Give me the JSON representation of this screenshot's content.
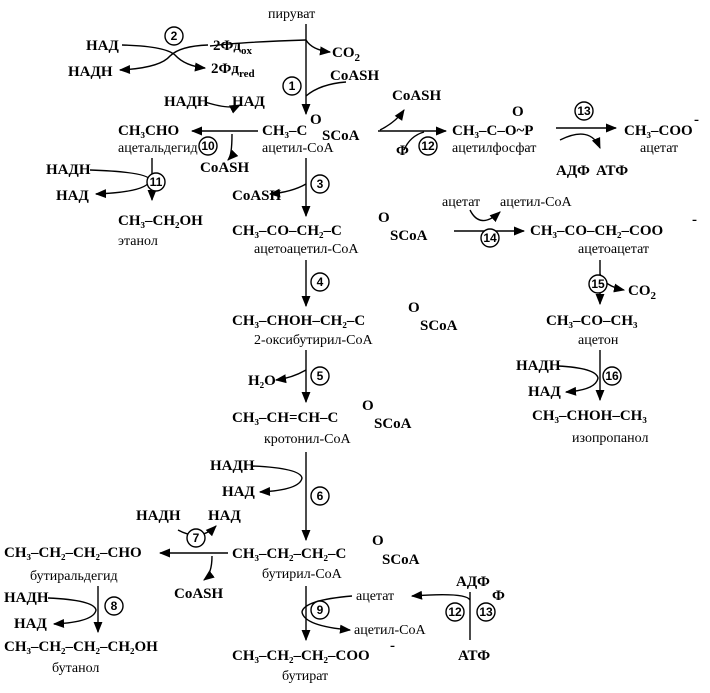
{
  "pyruvate": "пируват",
  "cofactors": {
    "nad": "НАД",
    "nadh": "НАДН",
    "fd_ox": "2Фд",
    "fd_ox_sub": "ox",
    "fd_red": "2Фд",
    "fd_red_sub": "red",
    "co2": "CO",
    "co2_sub": "2",
    "coash": "CoASH",
    "phi": "Ф",
    "adf": "АДФ",
    "atf": "АТФ",
    "acetate": "ацетат",
    "acetyl_coa": "ацетил-CoA"
  },
  "compounds": {
    "acetyl_coa_formula": "CH₃–C",
    "acetyl_coa_name": "ацетил-CoA",
    "acetaldehyde_formula": "CH₃CHO",
    "acetaldehyde_name": "ацетальдегид",
    "ethanol_formula": "CH₃–CH₂OH",
    "ethanol_name": "этанол",
    "acetyl_phosphate_formula": "CH₃–C–O~P",
    "acetyl_phosphate_name": "ацетилфосфат",
    "acetate_formula": "CH₃–COO",
    "acetate_name": "ацетат",
    "acetoacetyl_coa_formula": "CH₃–CO–CH₂–C",
    "acetoacetyl_coa_name": "ацетоацетил-CoA",
    "acetoacetate_formula": "CH₃–CO–CH₂–COO",
    "acetoacetate_name": "ацетоацетат",
    "hydroxybutyryl_coa_formula": "CH₃–CHOH–CH₂–C",
    "hydroxybutyryl_coa_name": "2-оксибутирил-CoA",
    "acetone_formula": "CH₃–CO–CH₃",
    "acetone_name": "ацетон",
    "water": "H₂O",
    "crotonyl_coa_formula": "CH₃–CH=CH–C",
    "crotonyl_coa_name": "кротонил-CoA",
    "isopropanol_formula": "CH₃–CHOH–CH₃",
    "isopropanol_name": "изопропанол",
    "butyraldehyde_formula": "CH₃–CH₂–CH₂–CHO",
    "butyraldehyde_name": "бутиральдегид",
    "butyryl_coa_formula": "CH₃–CH₂–CH₂–C",
    "butyryl_coa_name": "бутирил-CoA",
    "butanol_formula": "CH₃–CH₂–CH₂–CH₂OH",
    "butanol_name": "бутанол",
    "butyrate_formula": "CH₃–CH₂–CH₂–COO",
    "butyrate_name": "бутират"
  },
  "thioester": {
    "o": "O",
    "scoa": "SCoA",
    "tilde": "~",
    "eq": "=",
    "minus": "-"
  },
  "enzymes": [
    "1",
    "2",
    "3",
    "4",
    "5",
    "6",
    "7",
    "8",
    "9",
    "10",
    "11",
    "12",
    "13",
    "14",
    "15",
    "16"
  ]
}
